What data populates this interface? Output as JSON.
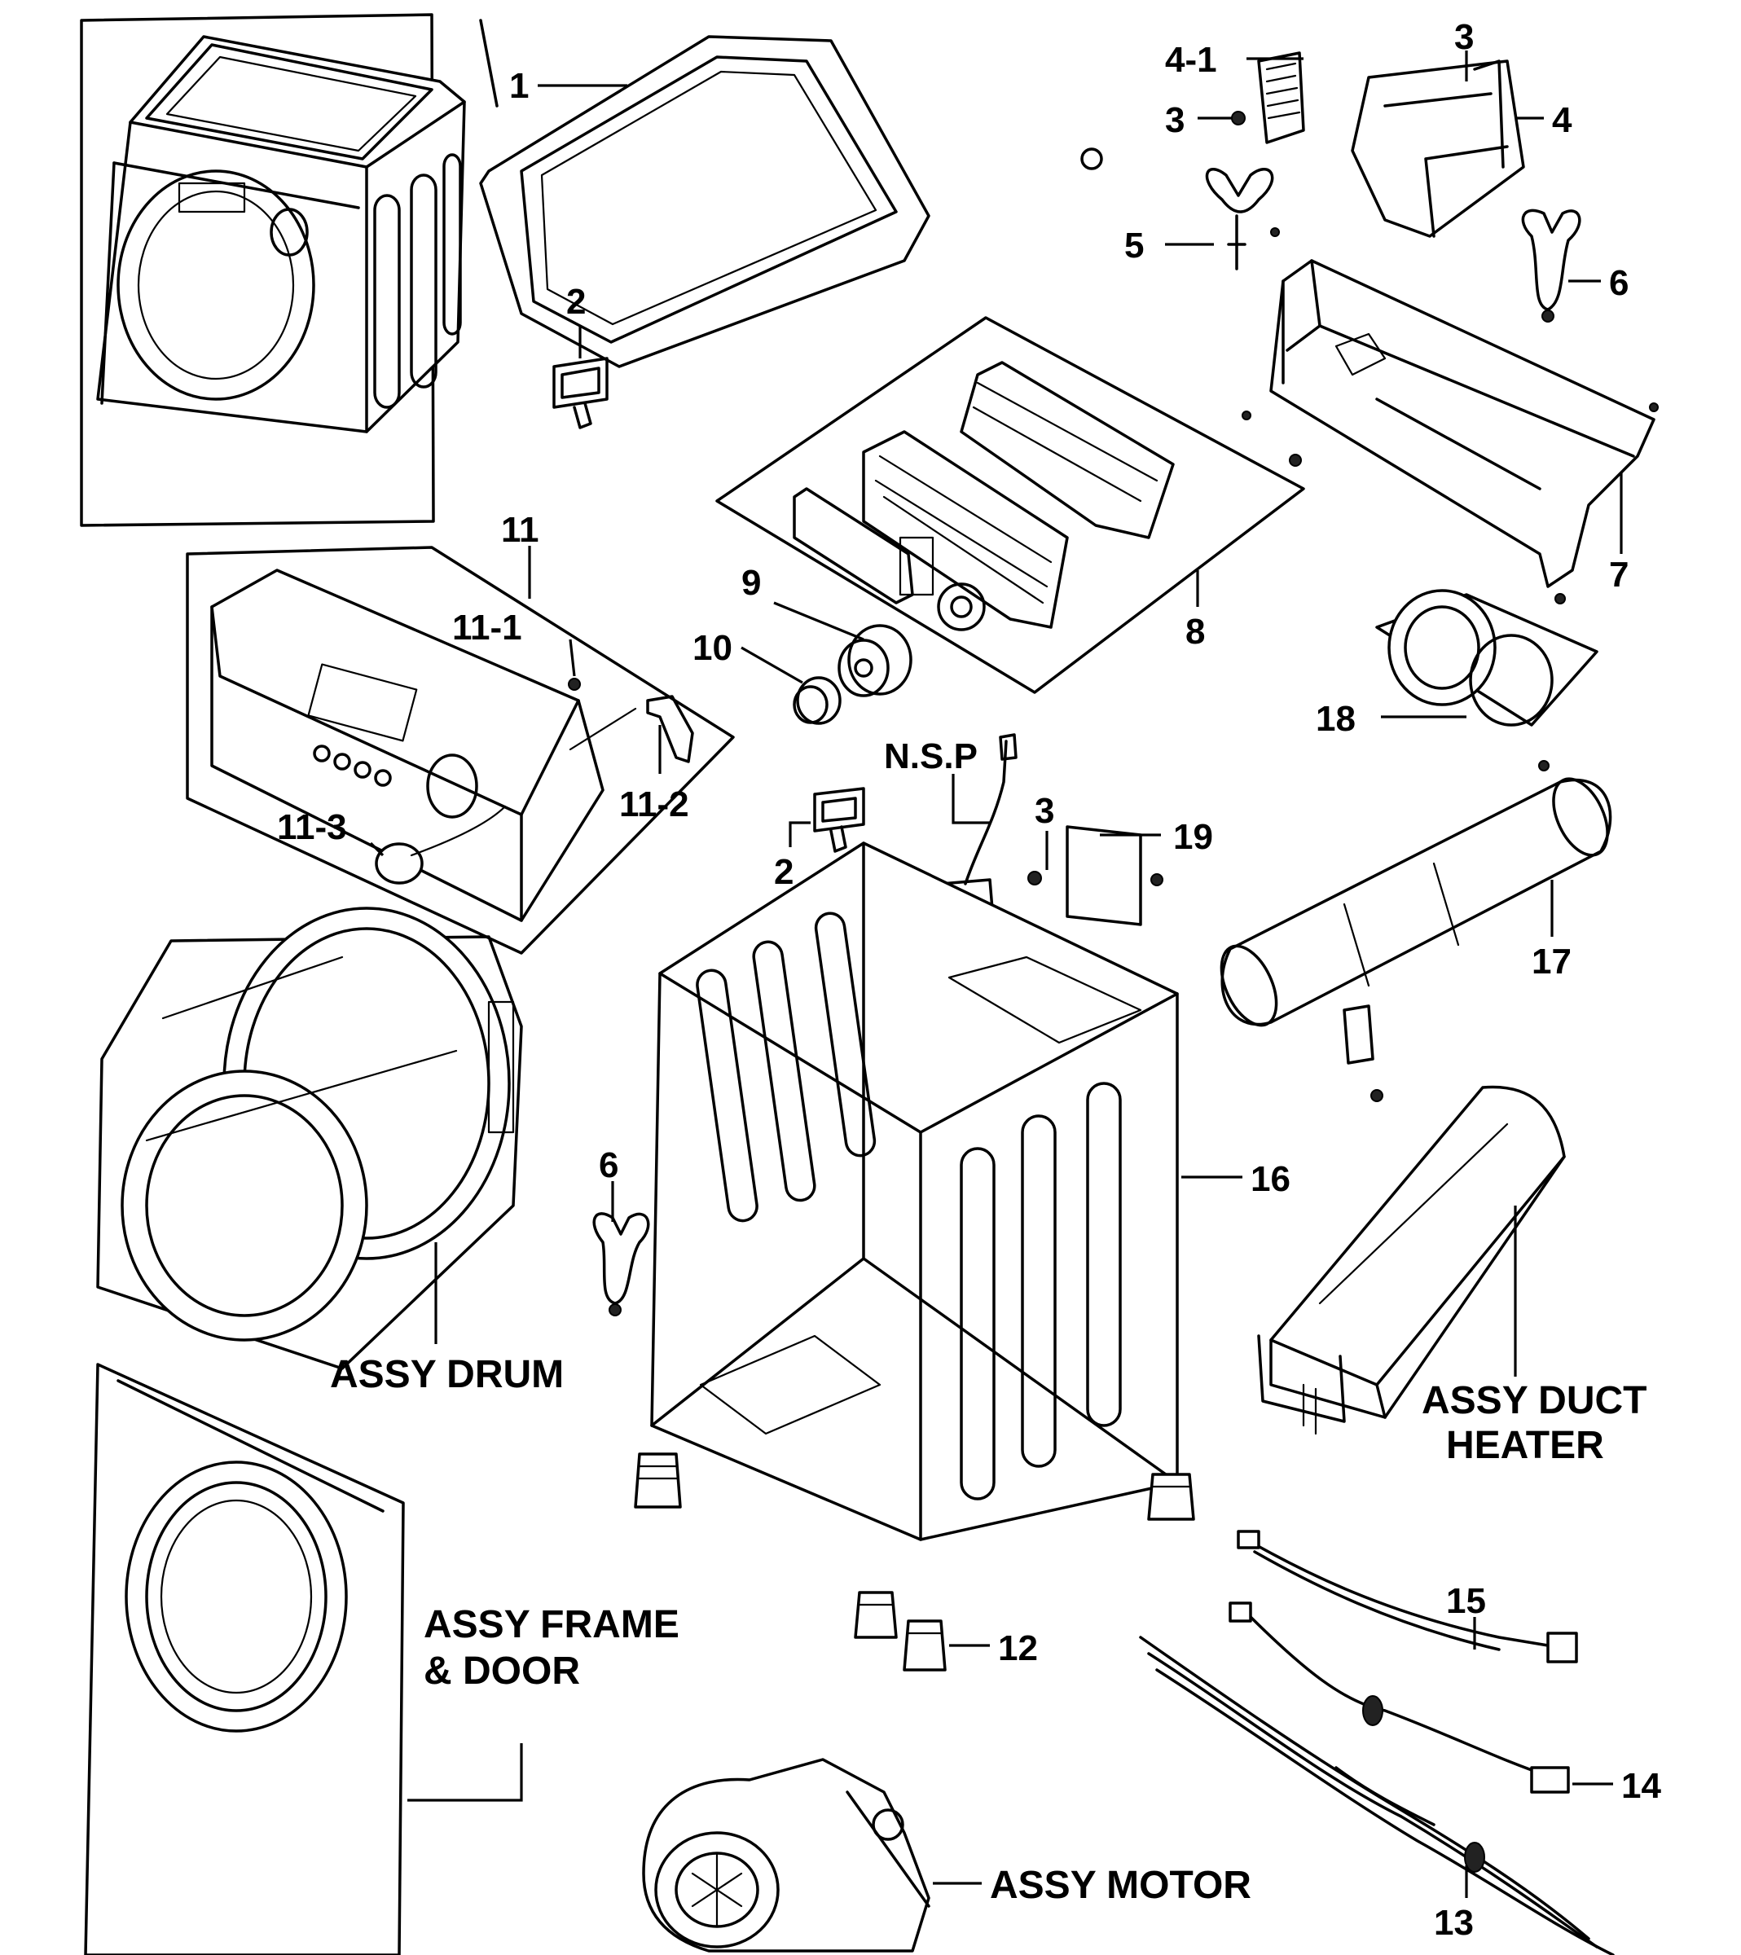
{
  "labels": {
    "l1": "1",
    "l2a": "2",
    "l2b": "2",
    "l3a": "3",
    "l3b": "3",
    "l3c": "3",
    "l4": "4",
    "l4_1": "4-1",
    "l5": "5",
    "l6a": "6",
    "l6b": "6",
    "l7": "7",
    "l8": "8",
    "l9": "9",
    "l10": "10",
    "l11": "11",
    "l11_1": "11-1",
    "l11_2": "11-2",
    "l11_3": "11-3",
    "l12": "12",
    "l13": "13",
    "l14": "14",
    "l15": "15",
    "l16": "16",
    "l17": "17",
    "l18": "18",
    "l19": "19",
    "nsp": "N.S.P",
    "assy_drum": "ASSY DRUM",
    "assy_frame_1": "ASSY FRAME",
    "assy_frame_2": "& DOOR",
    "assy_duct_1": "ASSY DUCT",
    "assy_duct_2": "HEATER",
    "assy_motor": "ASSY MOTOR"
  }
}
